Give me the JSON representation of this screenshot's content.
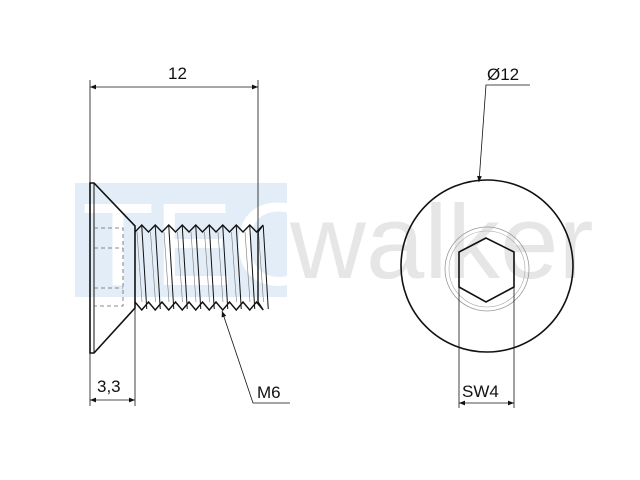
{
  "watermark": {
    "part1": "TEC",
    "part2": "walker",
    "box_color": "#e3edf7"
  },
  "side_view": {
    "length_label": "12",
    "head_height_label": "3,3",
    "thread_label": "M6"
  },
  "top_view": {
    "diameter_label": "Ø12",
    "drive_size_label": "SW4"
  }
}
